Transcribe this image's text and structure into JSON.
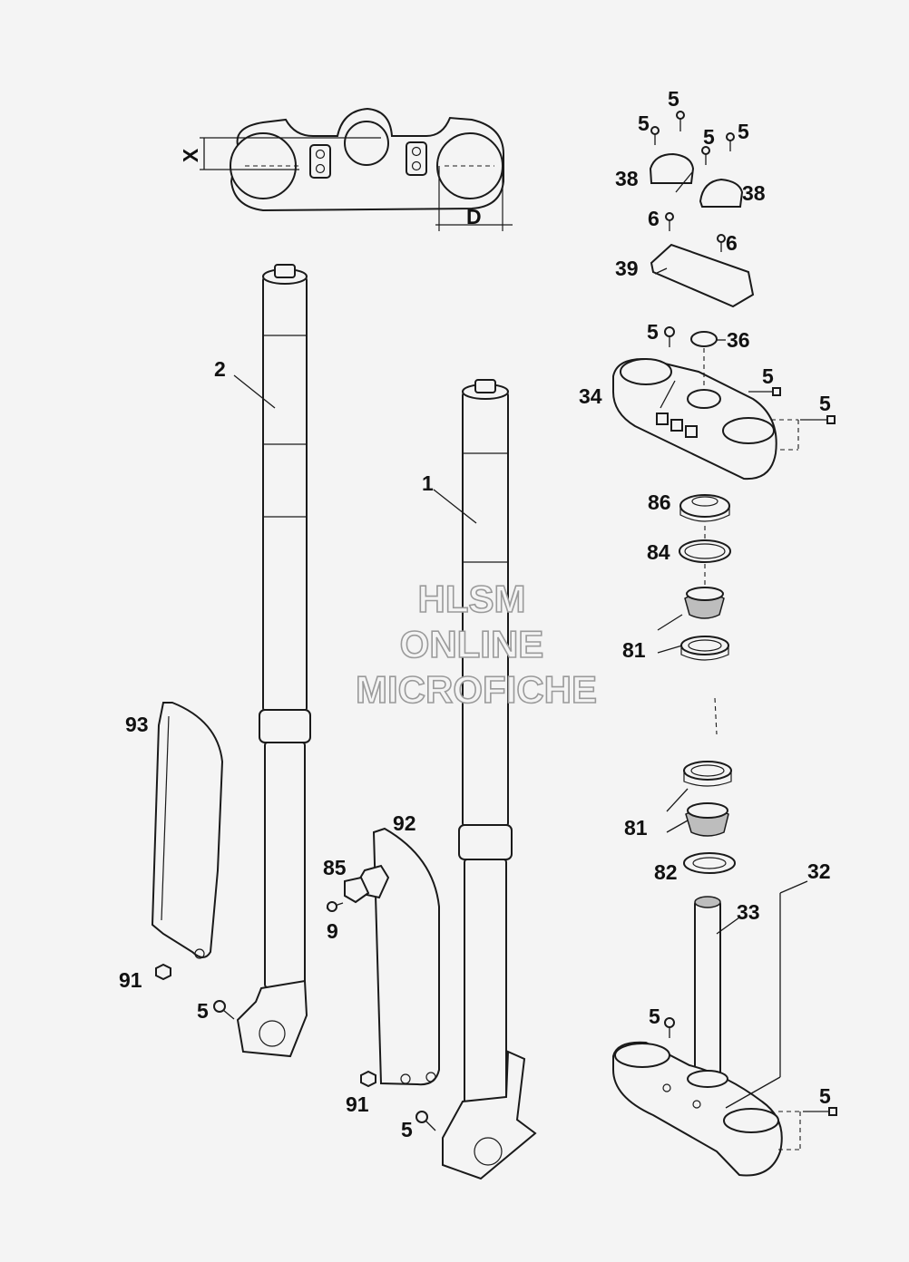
{
  "diagram": {
    "dimension_labels": {
      "x": "X",
      "d": "D"
    },
    "callouts": {
      "c1": "1",
      "c2": "2",
      "c5a": "5",
      "c5b": "5",
      "c5c": "5",
      "c5d": "5",
      "c5e": "5",
      "c5f": "5",
      "c5g": "5",
      "c5h": "5",
      "c5i": "5",
      "c5j": "5",
      "c6a": "6",
      "c6b": "6",
      "c9": "9",
      "c32": "32",
      "c33": "33",
      "c34": "34",
      "c36": "36",
      "c38a": "38",
      "c38b": "38",
      "c39": "39",
      "c81a": "81",
      "c81b": "81",
      "c82": "82",
      "c84": "84",
      "c85": "85",
      "c86": "86",
      "c91a": "91",
      "c91b": "91",
      "c92": "92",
      "c93": "93"
    },
    "watermark": {
      "line1": "HLSM",
      "line2": "ONLINE",
      "line3": "MICROFICHE"
    }
  }
}
